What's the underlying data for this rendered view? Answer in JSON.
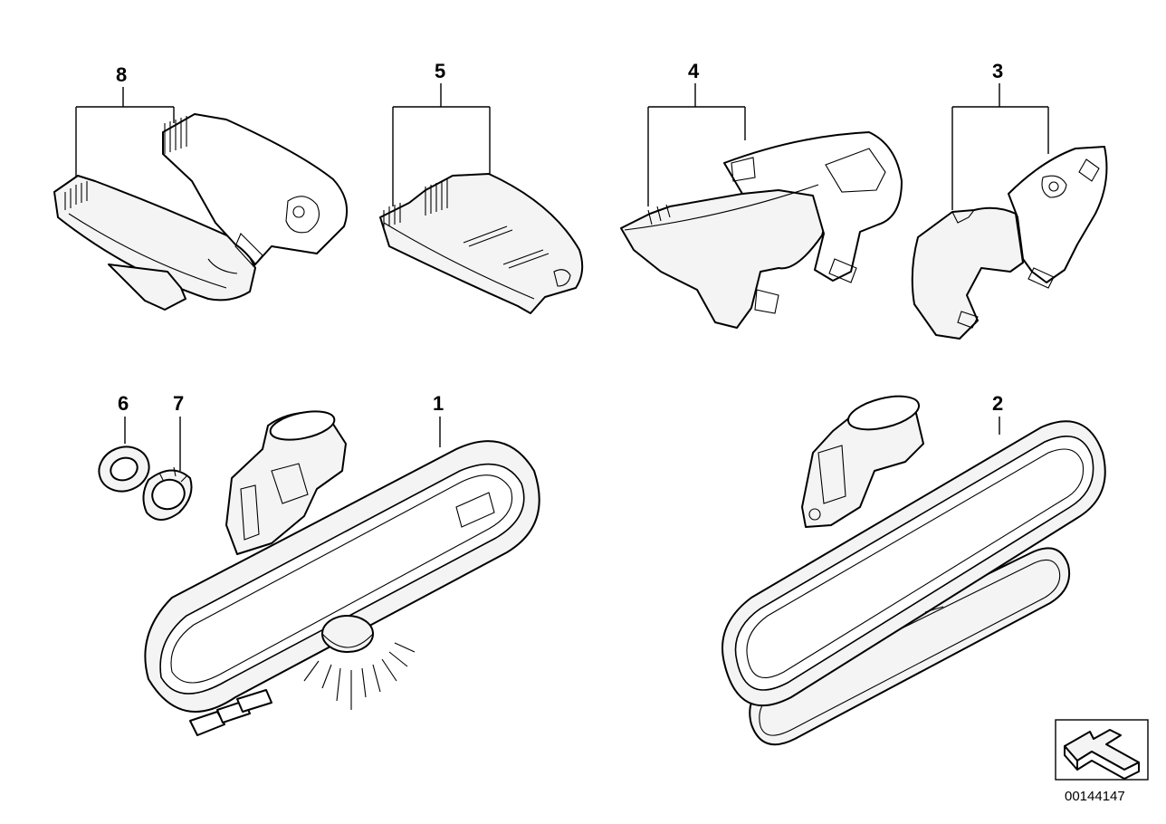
{
  "callouts": [
    {
      "id": "8",
      "label": "8"
    },
    {
      "id": "5",
      "label": "5"
    },
    {
      "id": "4",
      "label": "4"
    },
    {
      "id": "3",
      "label": "3"
    },
    {
      "id": "6",
      "label": "6"
    },
    {
      "id": "7",
      "label": "7"
    },
    {
      "id": "1",
      "label": "1"
    },
    {
      "id": "2",
      "label": "2"
    }
  ],
  "diagram_number": "00144147",
  "orientation_icon": "arrow-icon"
}
